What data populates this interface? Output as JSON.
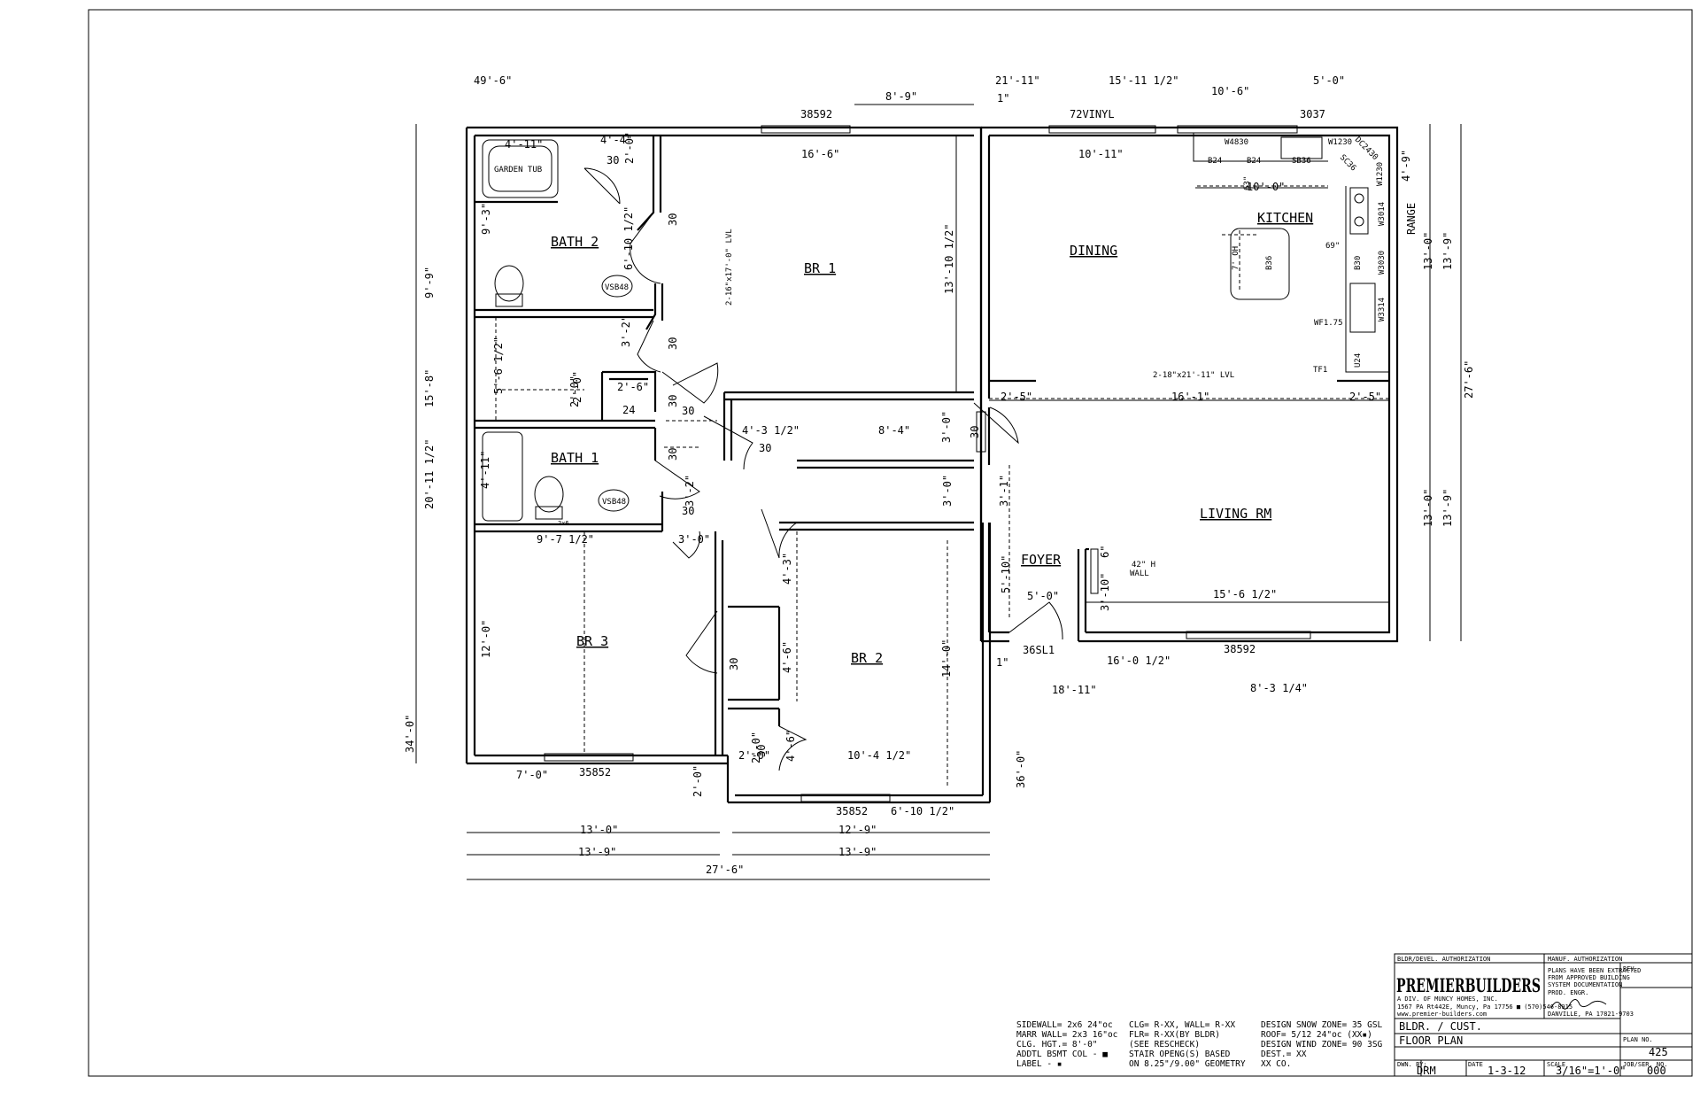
{
  "plan": {
    "rooms": {
      "bath2": "BATH 2",
      "br1": "BR 1",
      "dining": "DINING",
      "kitchen": "KITCHEN",
      "bath1": "BATH 1",
      "living": "LIVING RM",
      "foyer": "FOYER",
      "br3": "BR 3",
      "br2": "BR 2"
    },
    "fixtures": {
      "garden_tub": "GARDEN TUB",
      "vsb48_a": "VSB48",
      "vsb48_b": "VSB48",
      "range": "RANGE",
      "wall_note_1": "42\" H",
      "wall_note_2": "WALL",
      "beam_br1": "2-16\"x17'-0\" LVL",
      "beam_main": "2-18\"x21'-11\" LVL",
      "stud_2x6": "2x6"
    },
    "cabinets": [
      "W4830",
      "B24",
      "B24",
      "SB36",
      "W1230",
      "DC2430",
      "SC36",
      "W1230",
      "W3014",
      "W3030",
      "B30",
      "B36",
      "W3314",
      "WF1.75",
      "U24",
      "TF1",
      "7' OH",
      "63\"",
      "69\""
    ],
    "top_dims": {
      "d1": "49'-6\"",
      "d2": "8'-9\"",
      "d3": "21'-11\"",
      "d4": "1\"",
      "d5": "15'-11 1/2\"",
      "d6": "10'-6\"",
      "d7": "5'-0\"",
      "win_top1": "38592",
      "win_top2": "72VINYL",
      "win_top3": "3037"
    },
    "left_dims": {
      "d1": "9'-9\"",
      "d2": "15'-8\"",
      "d3": "20'-11 1/2\"",
      "d4": "34'-0\"",
      "d5": "9'-3\"",
      "d6": "5'-6 1/2\"",
      "d7": "4'-11\"",
      "d8": "12'-0\""
    },
    "right_dims": {
      "d1": "4'-9\"",
      "d2": "13'-0\"",
      "d3": "13'-9\"",
      "d4": "27'-6\"",
      "d5": "13'-0\"",
      "d6": "13'-9\""
    },
    "interior_dims": {
      "d1": "4'-11\"",
      "d2": "4'-4\"",
      "d3": "2'-0\"",
      "d4": "30",
      "d5": "16'-6\"",
      "d6": "10'-11\"",
      "d7": "10'-0\"",
      "d8": "6'-10 1/2\"",
      "d9": "13'-10 1/2\"",
      "d10": "30",
      "d11": "30",
      "d12": "2'-6\"",
      "d13": "24",
      "d14": "2'-0\"",
      "d15": "3'-2\"",
      "d16": "30",
      "d17": "4'-3 1/2\"",
      "d18": "30",
      "d19": "8'-4\"",
      "d20": "3'-0\"",
      "d21": "30",
      "d22": "2'-5\"",
      "d23": "16'-1\"",
      "d24": "2'-5\"",
      "d25": "30",
      "d26": "3'-2\"",
      "d27": "30",
      "d28": "3'-0\"",
      "d29": "3'-1\"",
      "d30": "9'-7 1/2\"",
      "d31": "3'-0\"",
      "d32": "4'-3\"",
      "d33": "5'-10\"",
      "d34": "6\"",
      "d35": "3'-10\"",
      "d36": "15'-6 1/2\"",
      "d37": "5'-0\"",
      "d38": "36SL1",
      "d39": "4'-6\"",
      "d40": "30",
      "d41": "14'-0\"",
      "d42": "1\"",
      "d43": "16'-0 1/2\"",
      "d44": "38592",
      "d45": "18'-11\"",
      "d46": "8'-3 1/4\"",
      "d47": "2'-0\"",
      "d48": "30",
      "d49": "10'-4 1/2\"",
      "d50": "7'-0\"",
      "d51": "35852",
      "d52": "2'-0\"",
      "d53": "36'-0\"",
      "d54": "35852",
      "d55": "6'-10 1/2\"",
      "d56": "4'-6\"",
      "d57": "2'-0\"",
      "d58": "2'-0\"",
      "d59": "30"
    },
    "bottom_dims": {
      "d1": "13'-0\"",
      "d2": "12'-9\"",
      "d3": "13'-9\"",
      "d4": "13'-9\"",
      "d5": "27'-6\""
    }
  },
  "notes": {
    "col1": [
      "SIDEWALL=  2x6 24\"oc",
      "MARR WALL= 2x3 16\"oc",
      "CLG. HGT.=  8'-0\"",
      "ADDTL BSMT COL - ■",
      "LABEL - ▪"
    ],
    "col2": [
      "CLG= R-XX, WALL= R-XX",
      "  FLR= R-XX(BY BLDR)",
      "  (SEE RESCHECK)",
      "STAIR OPENG(S) BASED",
      "   ON 8.25\"/9.00\" GEOMETRY"
    ],
    "col3": [
      "DESIGN SNOW ZONE= 35 GSL",
      "ROOF= 5/12 24\"oc (XX▪)",
      "DESIGN WIND ZONE= 90 3SG",
      "DEST.= XX",
      "    XX CO."
    ]
  },
  "title_block": {
    "bldr_auth": "BLDR/DEVEL. AUTHORIZATION",
    "manuf_auth": "MANUF. AUTHORIZATION",
    "logo_text": "PREMIERBUILDERS",
    "company_sub": "A DIV. OF MUNCY HOMES, INC.",
    "address": "1567 PA Rt442E, Muncy, Pa 17756  ■ (570)546-8915",
    "web": "www.premier-builders.com",
    "plans_note_1": "PLANS HAVE BEEN EXTRACTED",
    "plans_note_2": "FROM APPROVED BUILDING",
    "plans_note_3": "SYSTEM DOCUMENTATION",
    "prod_engr": "PROD. ENGR.",
    "engr_footer": "DANVILLE, PA 17821-9703",
    "rev": "REV.",
    "bldr_cust": "BLDR. / CUST.",
    "floor_plan": "FLOOR PLAN",
    "plan_no_label": "PLAN NO.",
    "plan_no": "425",
    "dwn_by_label": "DWN. BY:",
    "dwn_by": "DRM",
    "date_label": "DATE",
    "date": "1-3-12",
    "scale_label": "SCALE",
    "scale": "3/16\"=1'-0\"",
    "job_label": "JOB/SER. NO.",
    "job": "000"
  }
}
